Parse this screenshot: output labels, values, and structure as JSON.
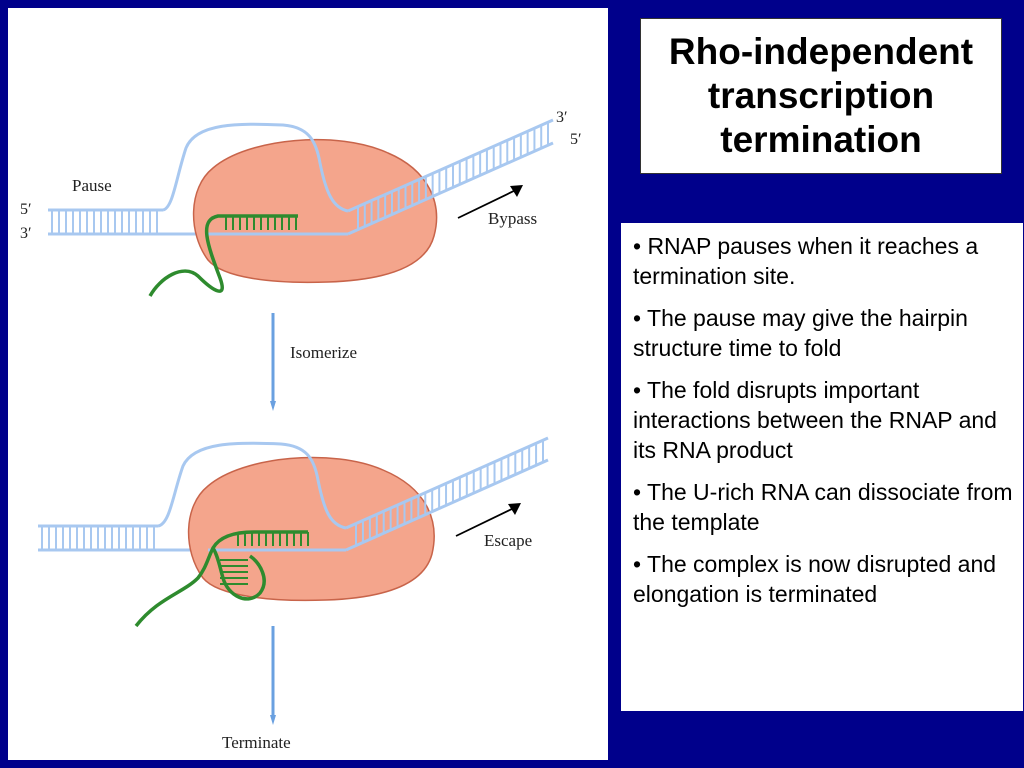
{
  "title": "Rho-independent transcription termination",
  "diagram": {
    "top": {
      "label_pause": "Pause",
      "end_5_left": "5′",
      "end_3_left": "3′",
      "end_3_right": "3′",
      "end_5_right": "5′",
      "label_bypass": "Bypass"
    },
    "label_isomerize": "Isomerize",
    "bottom": {
      "label_escape": "Escape"
    },
    "label_terminate": "Terminate"
  },
  "bullets": [
    "• RNAP pauses when it reaches a termination site.",
    "• The pause may give the hairpin structure time to fold",
    "• The fold disrupts important interactions between the RNAP and its RNA product",
    "• The U-rich RNA can dissociate from the template",
    "• The complex is now disrupted and elongation is terminated"
  ],
  "colors": {
    "background": "#00008b",
    "rnap": "#f4a58c",
    "dna": "#a8c8f0",
    "rna": "#2e8b2e",
    "arrow": "#6aa0e0"
  }
}
